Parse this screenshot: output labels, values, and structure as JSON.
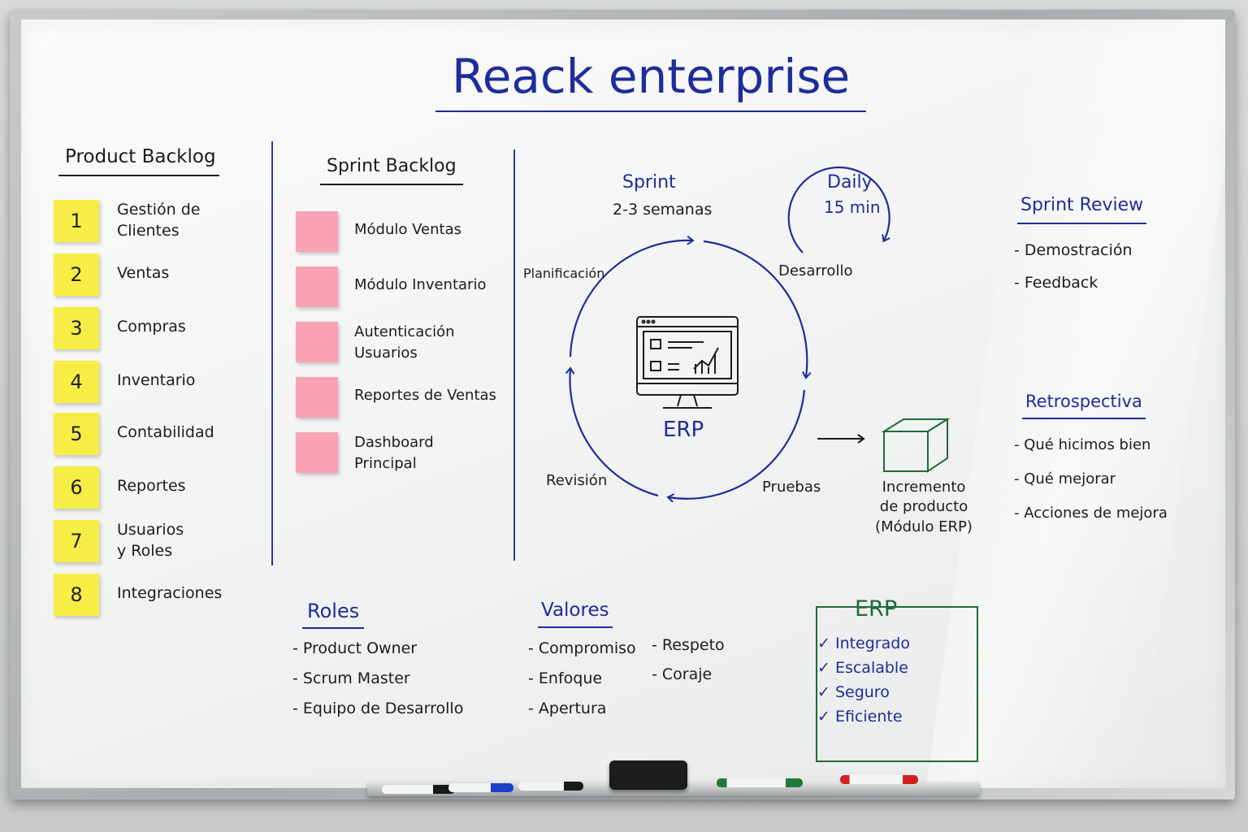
{
  "title": "Reack enterprise",
  "product_backlog": {
    "heading": "Product Backlog",
    "items": [
      {
        "num": "1",
        "label": "Gestión de\nClientes"
      },
      {
        "num": "2",
        "label": "Ventas"
      },
      {
        "num": "3",
        "label": "Compras"
      },
      {
        "num": "4",
        "label": "Inventario"
      },
      {
        "num": "5",
        "label": "Contabilidad"
      },
      {
        "num": "6",
        "label": "Reportes"
      },
      {
        "num": "7",
        "label": "Usuarios\ny Roles"
      },
      {
        "num": "8",
        "label": "Integraciones"
      }
    ]
  },
  "sprint_backlog": {
    "heading": "Sprint Backlog",
    "items": [
      {
        "label": "Módulo Ventas"
      },
      {
        "label": "Módulo Inventario"
      },
      {
        "label": "Autenticación\nUsuarios"
      },
      {
        "label": "Reportes de Ventas"
      },
      {
        "label": "Dashboard\nPrincipal"
      }
    ]
  },
  "cycle": {
    "sprint_label": "Sprint",
    "sprint_duration": "2-3 semanas",
    "daily_label": "Daily",
    "daily_duration": "15 min",
    "center_label": "ERP",
    "stages": {
      "planning": "Planificación",
      "development": "Desarrollo",
      "testing": "Pruebas",
      "review": "Revisión"
    },
    "increment": "Incremento\nde producto\n(Módulo ERP)"
  },
  "sprint_review": {
    "heading": "Sprint Review",
    "items": [
      "- Demostración",
      "- Feedback"
    ]
  },
  "retrospective": {
    "heading": "Retrospectiva",
    "items": [
      "- Qué hicimos bien",
      "- Qué mejorar",
      "- Acciones de mejora"
    ]
  },
  "roles": {
    "heading": "Roles",
    "items": [
      "- Product Owner",
      "- Scrum Master",
      "- Equipo de Desarrollo"
    ]
  },
  "values": {
    "heading": "Valores",
    "col1": [
      "- Compromiso",
      "- Enfoque",
      "- Apertura"
    ],
    "col2": [
      "- Respeto",
      "- Coraje"
    ]
  },
  "erp_box": {
    "heading": "ERP",
    "items": [
      "✓ Integrado",
      "✓ Escalable",
      "✓ Seguro",
      "✓ Eficiente"
    ]
  },
  "colors": {
    "blue_marker": "#1f2d9a",
    "green_marker": "#1f6b3a",
    "sticky_yellow": "#f6ee45",
    "sticky_pink": "#f9a2b3"
  }
}
